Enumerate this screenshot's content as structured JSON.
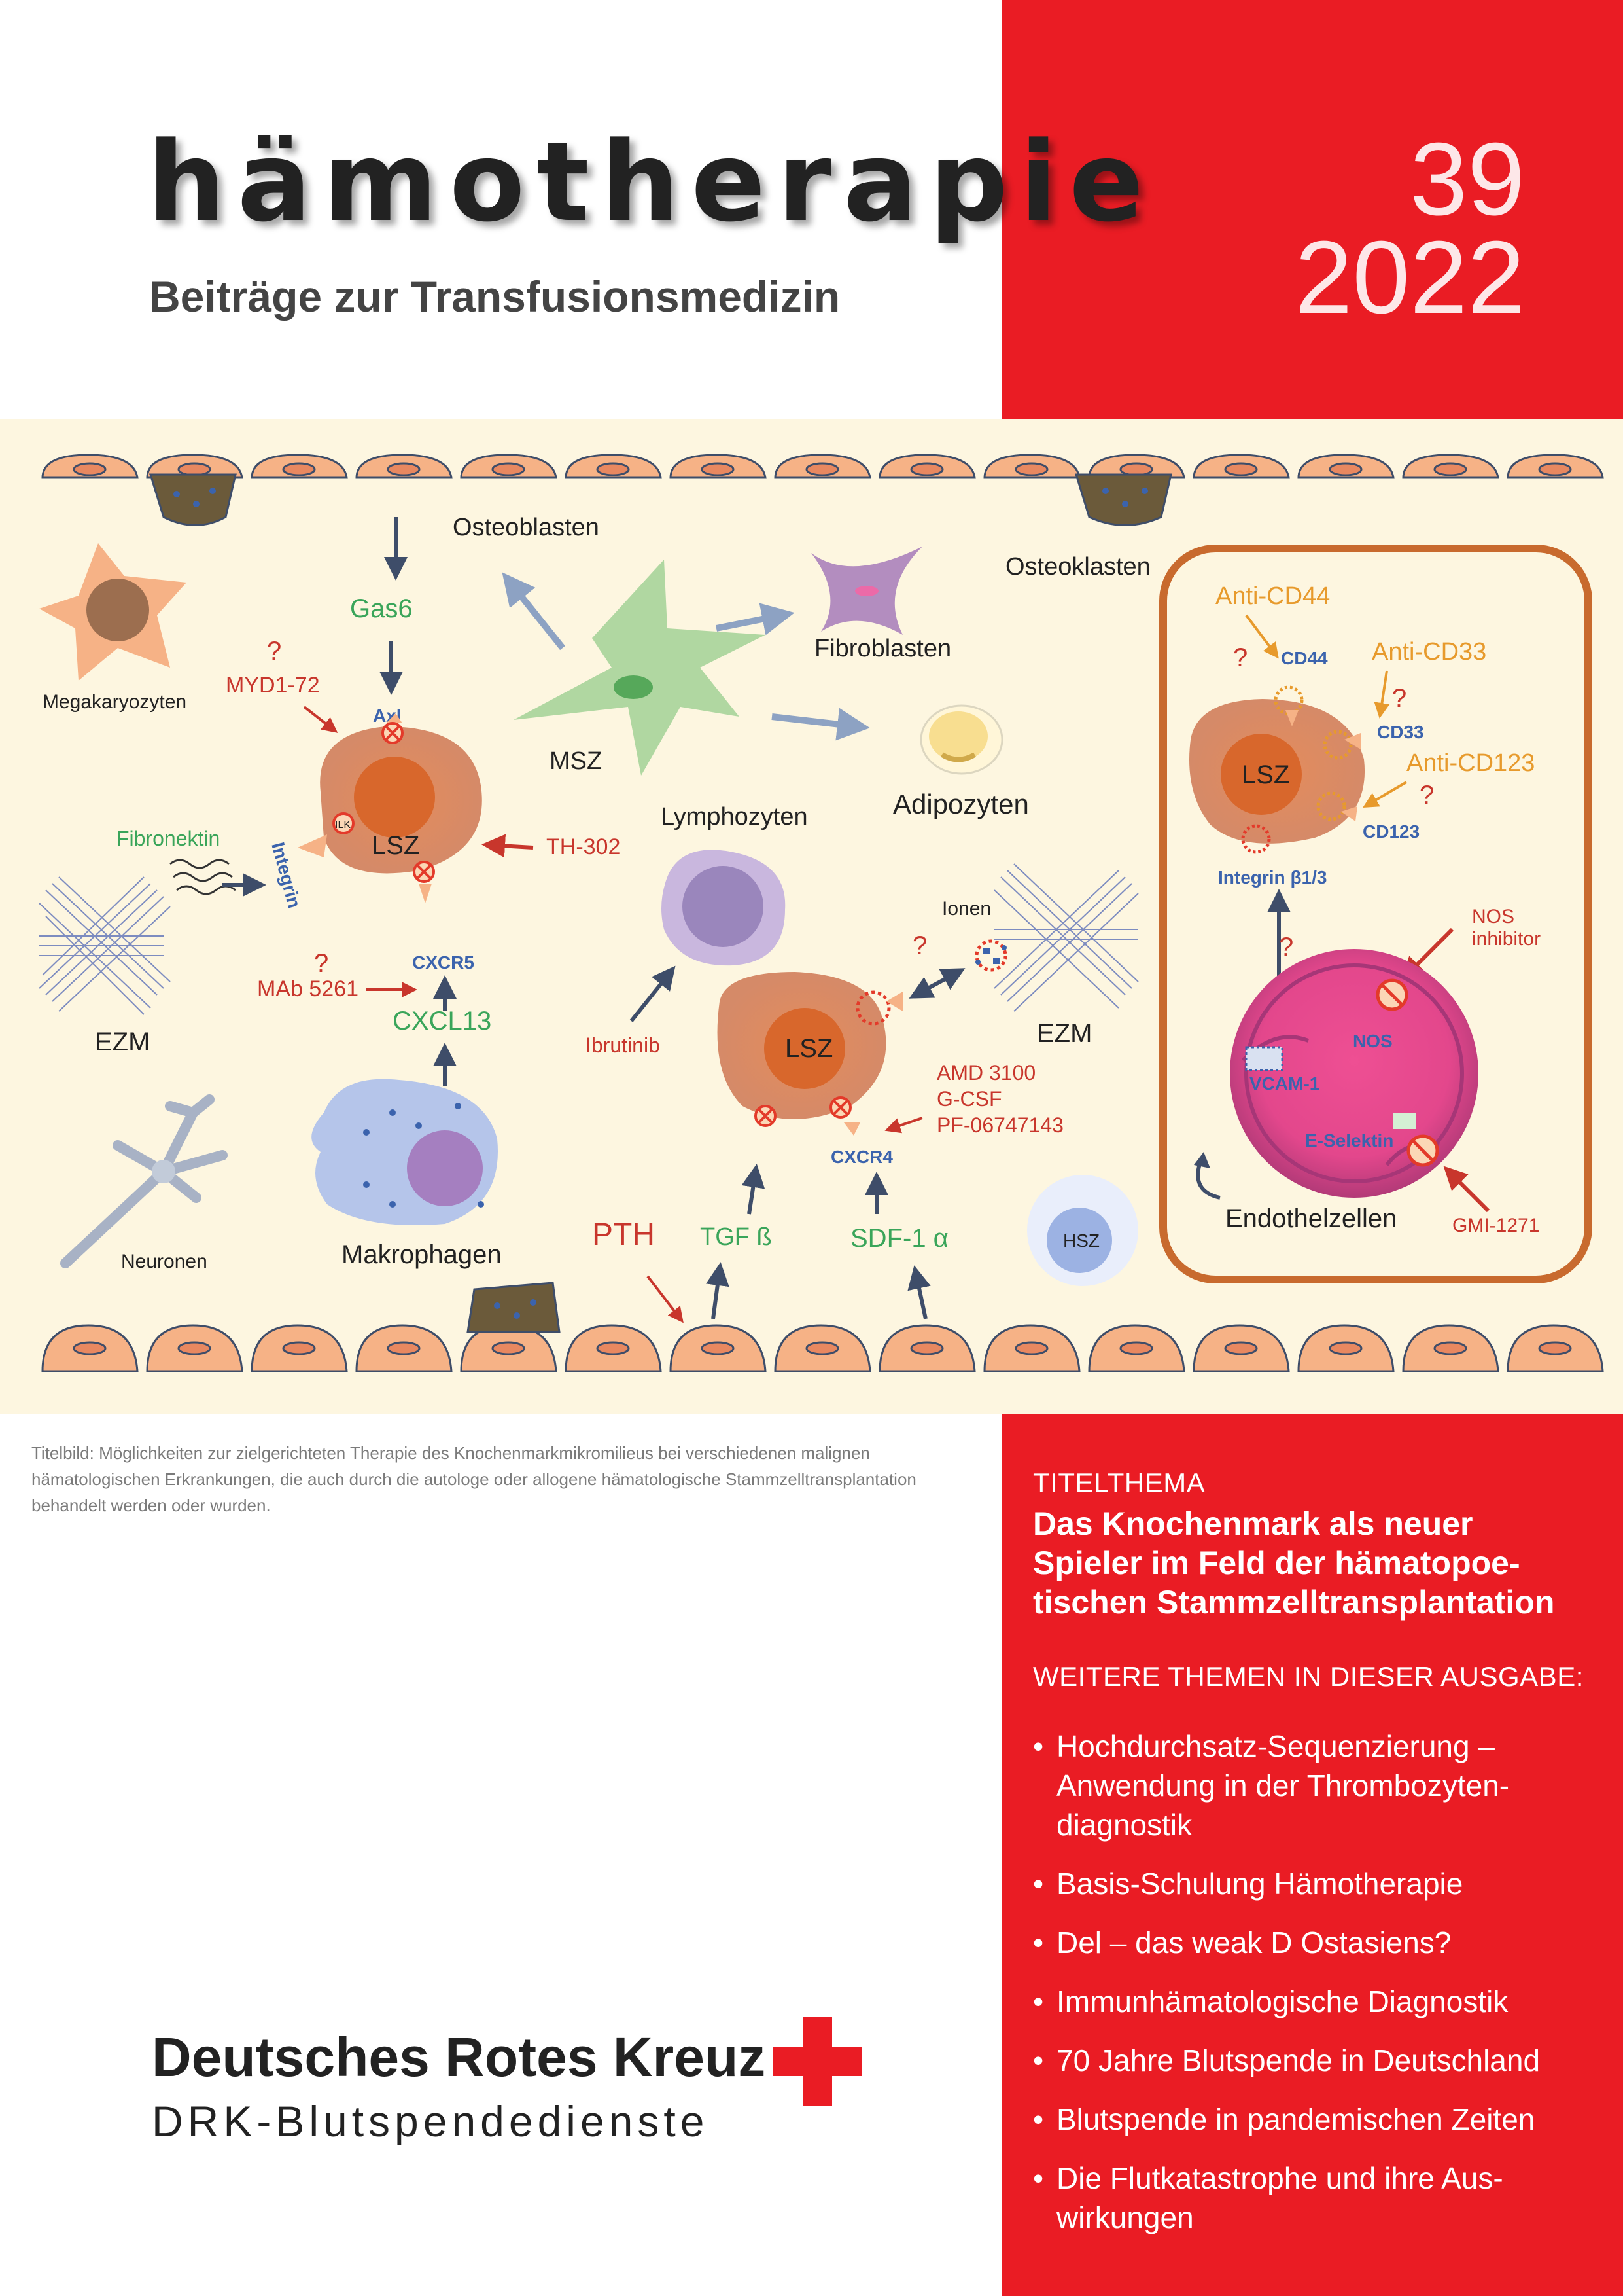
{
  "masthead": {
    "logo_text": "hämotherapie",
    "subtitle": "Beiträge zur Transfusionsmedizin",
    "issue_number": "39",
    "issue_year": "2022"
  },
  "figure": {
    "labels": {
      "osteoblasten": "Osteoblasten",
      "osteoklasten": "Osteoklasten",
      "gas6": "Gas6",
      "axl": "Axl",
      "megakaryozyten": "Megakaryozyten",
      "myd1_72": "MYD1-72",
      "q": "?",
      "fibronektin": "Fibronektin",
      "integrin": "Integrin",
      "ilk": "ILK",
      "lsz": "LSZ",
      "th302": "TH-302",
      "cxcr5": "CXCR5",
      "mab5261": "MAb 5261",
      "cxcl13": "CXCL13",
      "ezm": "EZM",
      "neuronen": "Neuronen",
      "makrophagen": "Makrophagen",
      "msz": "MSZ",
      "fibroblasten": "Fibroblasten",
      "adipozyten": "Adipozyten",
      "lymphozyten": "Lymphozyten",
      "ibrutinib": "Ibrutinib",
      "ionen": "Ionen",
      "amd3100": "AMD 3100",
      "gcsf": "G-CSF",
      "pf": "PF-06747143",
      "cxcr4": "CXCR4",
      "pth": "PTH",
      "tgf": "TGF ß",
      "sdf": "SDF-1 α",
      "hsz": "HSZ",
      "anti_cd44": "Anti-CD44",
      "cd44": "CD44",
      "anti_cd33": "Anti-CD33",
      "cd33": "CD33",
      "anti_cd123": "Anti-CD123",
      "cd123": "CD123",
      "integrin_b13": "Integrin  β1/3",
      "nos_inhibitor_1": "NOS",
      "nos_inhibitor_2": "inhibitor",
      "nos": "NOS",
      "vcam1": "VCAM-1",
      "e_selektin": "E-Selektin",
      "endothelzellen": "Endothelzellen",
      "gmi1271": "GMI-1271"
    }
  },
  "caption": "Titelbild: Möglichkeiten zur zielgerichteten Therapie des Knochenmarkmikromilieus bei verschiedenen malignen hämatologischen Erkrankungen, die auch durch die autologe oder allogene hämatologische Stammzelltransplantation behandelt werden oder wurden.",
  "sidebar": {
    "titelthema_label": "TITELTHEMA",
    "topic_title": "Das Knochenmark als neuer Spieler im Feld der hämatopoe- tischen Stammzelltransplantation",
    "weitere_label": "WEITERE THEMEN IN DIESER AUSGABE:",
    "topics": [
      "Hochdurchsatz-Sequenzierung – Anwendung in der Thrombozyten- diagnostik",
      "Basis-Schulung Hämotherapie",
      "Del – das weak D Ostasiens?",
      "Immunhämatologische Diagnostik",
      "70 Jahre Blutspende in Deutschland",
      "Blutspende in pandemischen Zeiten",
      "Die Flutkatastrophe und ihre Aus- wirkungen"
    ]
  },
  "publisher": {
    "name": "Deutsches Rotes Kreuz",
    "service": "DRK-Blutspendedienste"
  },
  "colors": {
    "brand_red": "#ea1c24",
    "figure_bg": "#fdf6e0",
    "cell_orange": "#f6b286",
    "lsz_outer": "#d88a66",
    "label_green": "#3aa55a",
    "label_red": "#c8362c",
    "label_blue": "#3b63ad",
    "label_orange": "#e79a2c"
  }
}
